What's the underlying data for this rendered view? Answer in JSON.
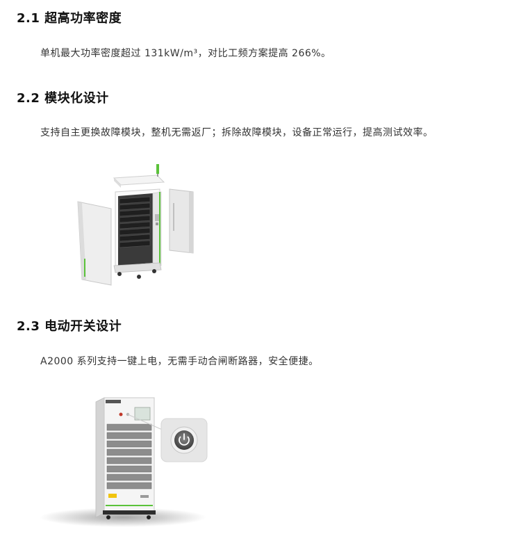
{
  "sections": [
    {
      "heading": "2.1 超高功率密度",
      "text": "单机最大功率密度超过 131kW/m³，对比工频方案提高 266%。"
    },
    {
      "heading": "2.2 模块化设计",
      "text": "支持自主更换故障模块，整机无需返厂；拆除故障模块，设备正常运行，提高测试效率。"
    },
    {
      "heading": "2.3 电动开关设计",
      "text": "A2000 系列支持一键上电，无需手动合闸断路器，安全便捷。"
    }
  ],
  "colors": {
    "accent_green": "#5bc23a",
    "cabinet_white": "#f2f2f2",
    "module_dark": "#2a2a2a"
  },
  "icons": {
    "power_button": "power-icon"
  }
}
